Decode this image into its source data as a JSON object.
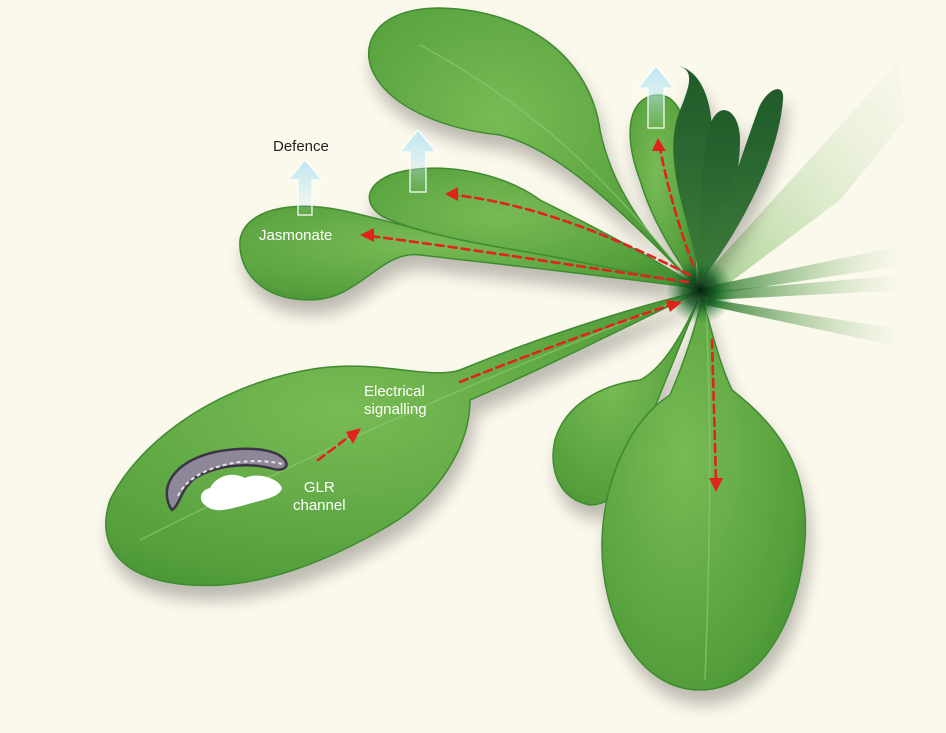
{
  "labels": {
    "defence": "Defence",
    "jasmonate": "Jasmonate",
    "electrical_line1": "Electrical",
    "electrical_line2": "signalling",
    "glr_line1": "GLR",
    "glr_line2": "channel"
  },
  "colors": {
    "background": "#fbf8ec",
    "leaf": "#5aa43e",
    "leaf_dark": "#2f6e26",
    "leaf_edge": "#3f8a30",
    "center": "#0d3a14",
    "signal_arrow": "#e0231c",
    "defence_arrow": "#9fd7e6",
    "caterpillar": "#8d8797"
  },
  "icons": [
    "caterpillar-icon",
    "defence-arrow-icon",
    "signal-arrow-icon"
  ]
}
